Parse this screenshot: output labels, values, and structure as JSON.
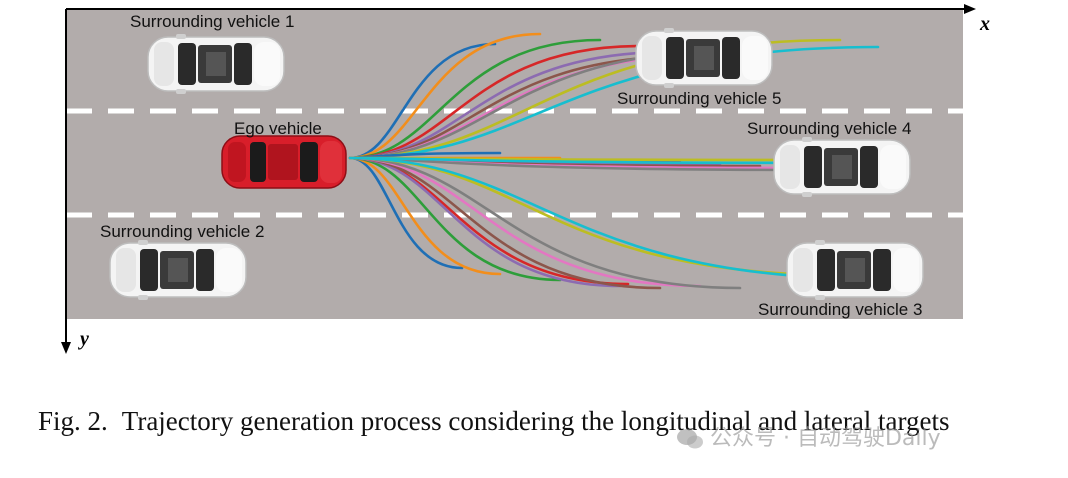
{
  "axes": {
    "x_label": "x",
    "y_label": "y"
  },
  "vehicles": {
    "sv1": {
      "label": "Surrounding vehicle 1"
    },
    "sv2": {
      "label": "Surrounding vehicle 2"
    },
    "sv3": {
      "label": "Surrounding vehicle 3"
    },
    "sv4": {
      "label": "Surrounding vehicle 4"
    },
    "sv5": {
      "label": "Surrounding vehicle 5"
    },
    "ego": {
      "label": "Ego vehicle"
    }
  },
  "caption": {
    "number": "Fig. 2.",
    "text": "Trajectory generation process considering the longitudinal and lateral targets"
  },
  "watermark": {
    "text": "公众号 · 自动驾驶Daily"
  },
  "colors": {
    "road": "#b2acab",
    "ego_car": "#d81e2a",
    "surrounding_car": "#f2f2f2",
    "trajectories": [
      "#1f6fb5",
      "#f28e1c",
      "#2e9e3a",
      "#d62728",
      "#8c6bb1",
      "#8c564b",
      "#e377c2",
      "#7f7f7f",
      "#bcbd22",
      "#17becf"
    ]
  }
}
